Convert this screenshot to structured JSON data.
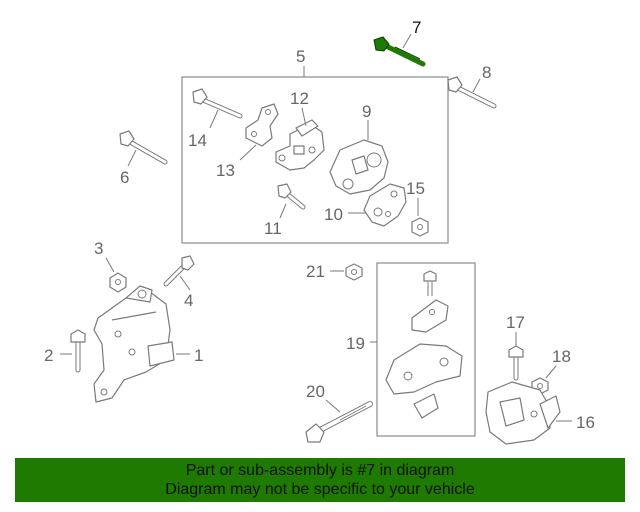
{
  "callouts": [
    "1",
    "2",
    "3",
    "4",
    "5",
    "6",
    "7",
    "8",
    "9",
    "10",
    "11",
    "12",
    "13",
    "14",
    "15",
    "16",
    "17",
    "18",
    "19",
    "20",
    "21"
  ],
  "highlight_part": "7",
  "colors": {
    "banner": "#1e7a00",
    "highlight_part": "#1e7a00",
    "line_art": "#7a7a7a",
    "callout_text": "#666666"
  },
  "banner": {
    "line1": "Part or sub-assembly is #7 in diagram",
    "line2": "Diagram may not be specific to your vehicle"
  }
}
